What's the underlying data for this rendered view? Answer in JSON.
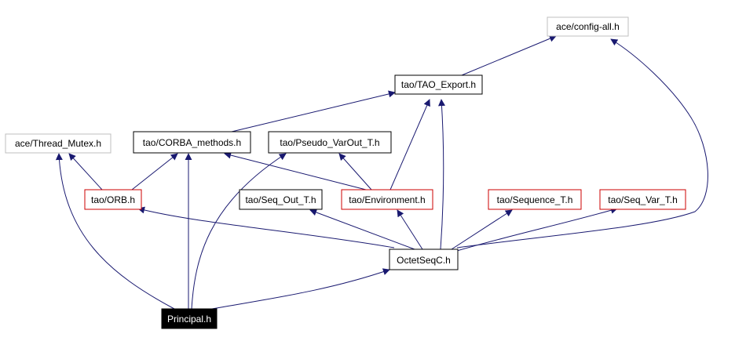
{
  "nodes": {
    "config_all": {
      "label": "ace/config-all.h",
      "kind": "external"
    },
    "tao_export": {
      "label": "tao/TAO_Export.h",
      "kind": "documented"
    },
    "thread_mutex": {
      "label": "ace/Thread_Mutex.h",
      "kind": "external"
    },
    "corba_methods": {
      "label": "tao/CORBA_methods.h",
      "kind": "documented"
    },
    "pseudo_varout": {
      "label": "tao/Pseudo_VarOut_T.h",
      "kind": "documented"
    },
    "orb": {
      "label": "tao/ORB.h",
      "kind": "undocumented"
    },
    "seq_out": {
      "label": "tao/Seq_Out_T.h",
      "kind": "documented"
    },
    "environment": {
      "label": "tao/Environment.h",
      "kind": "undocumented"
    },
    "sequence_t": {
      "label": "tao/Sequence_T.h",
      "kind": "undocumented"
    },
    "seq_var": {
      "label": "tao/Seq_Var_T.h",
      "kind": "undocumented"
    },
    "octetseq": {
      "label": "OctetSeqC.h",
      "kind": "documented"
    },
    "principal": {
      "label": "Principal.h",
      "kind": "focus"
    }
  },
  "colors": {
    "external_border": "#bfbfbf",
    "documented_border": "#000000",
    "undocumented_border": "#cc0000",
    "focus_fill": "#000000",
    "focus_text": "#ffffff",
    "node_text": "#000000",
    "edge": "#191970"
  }
}
